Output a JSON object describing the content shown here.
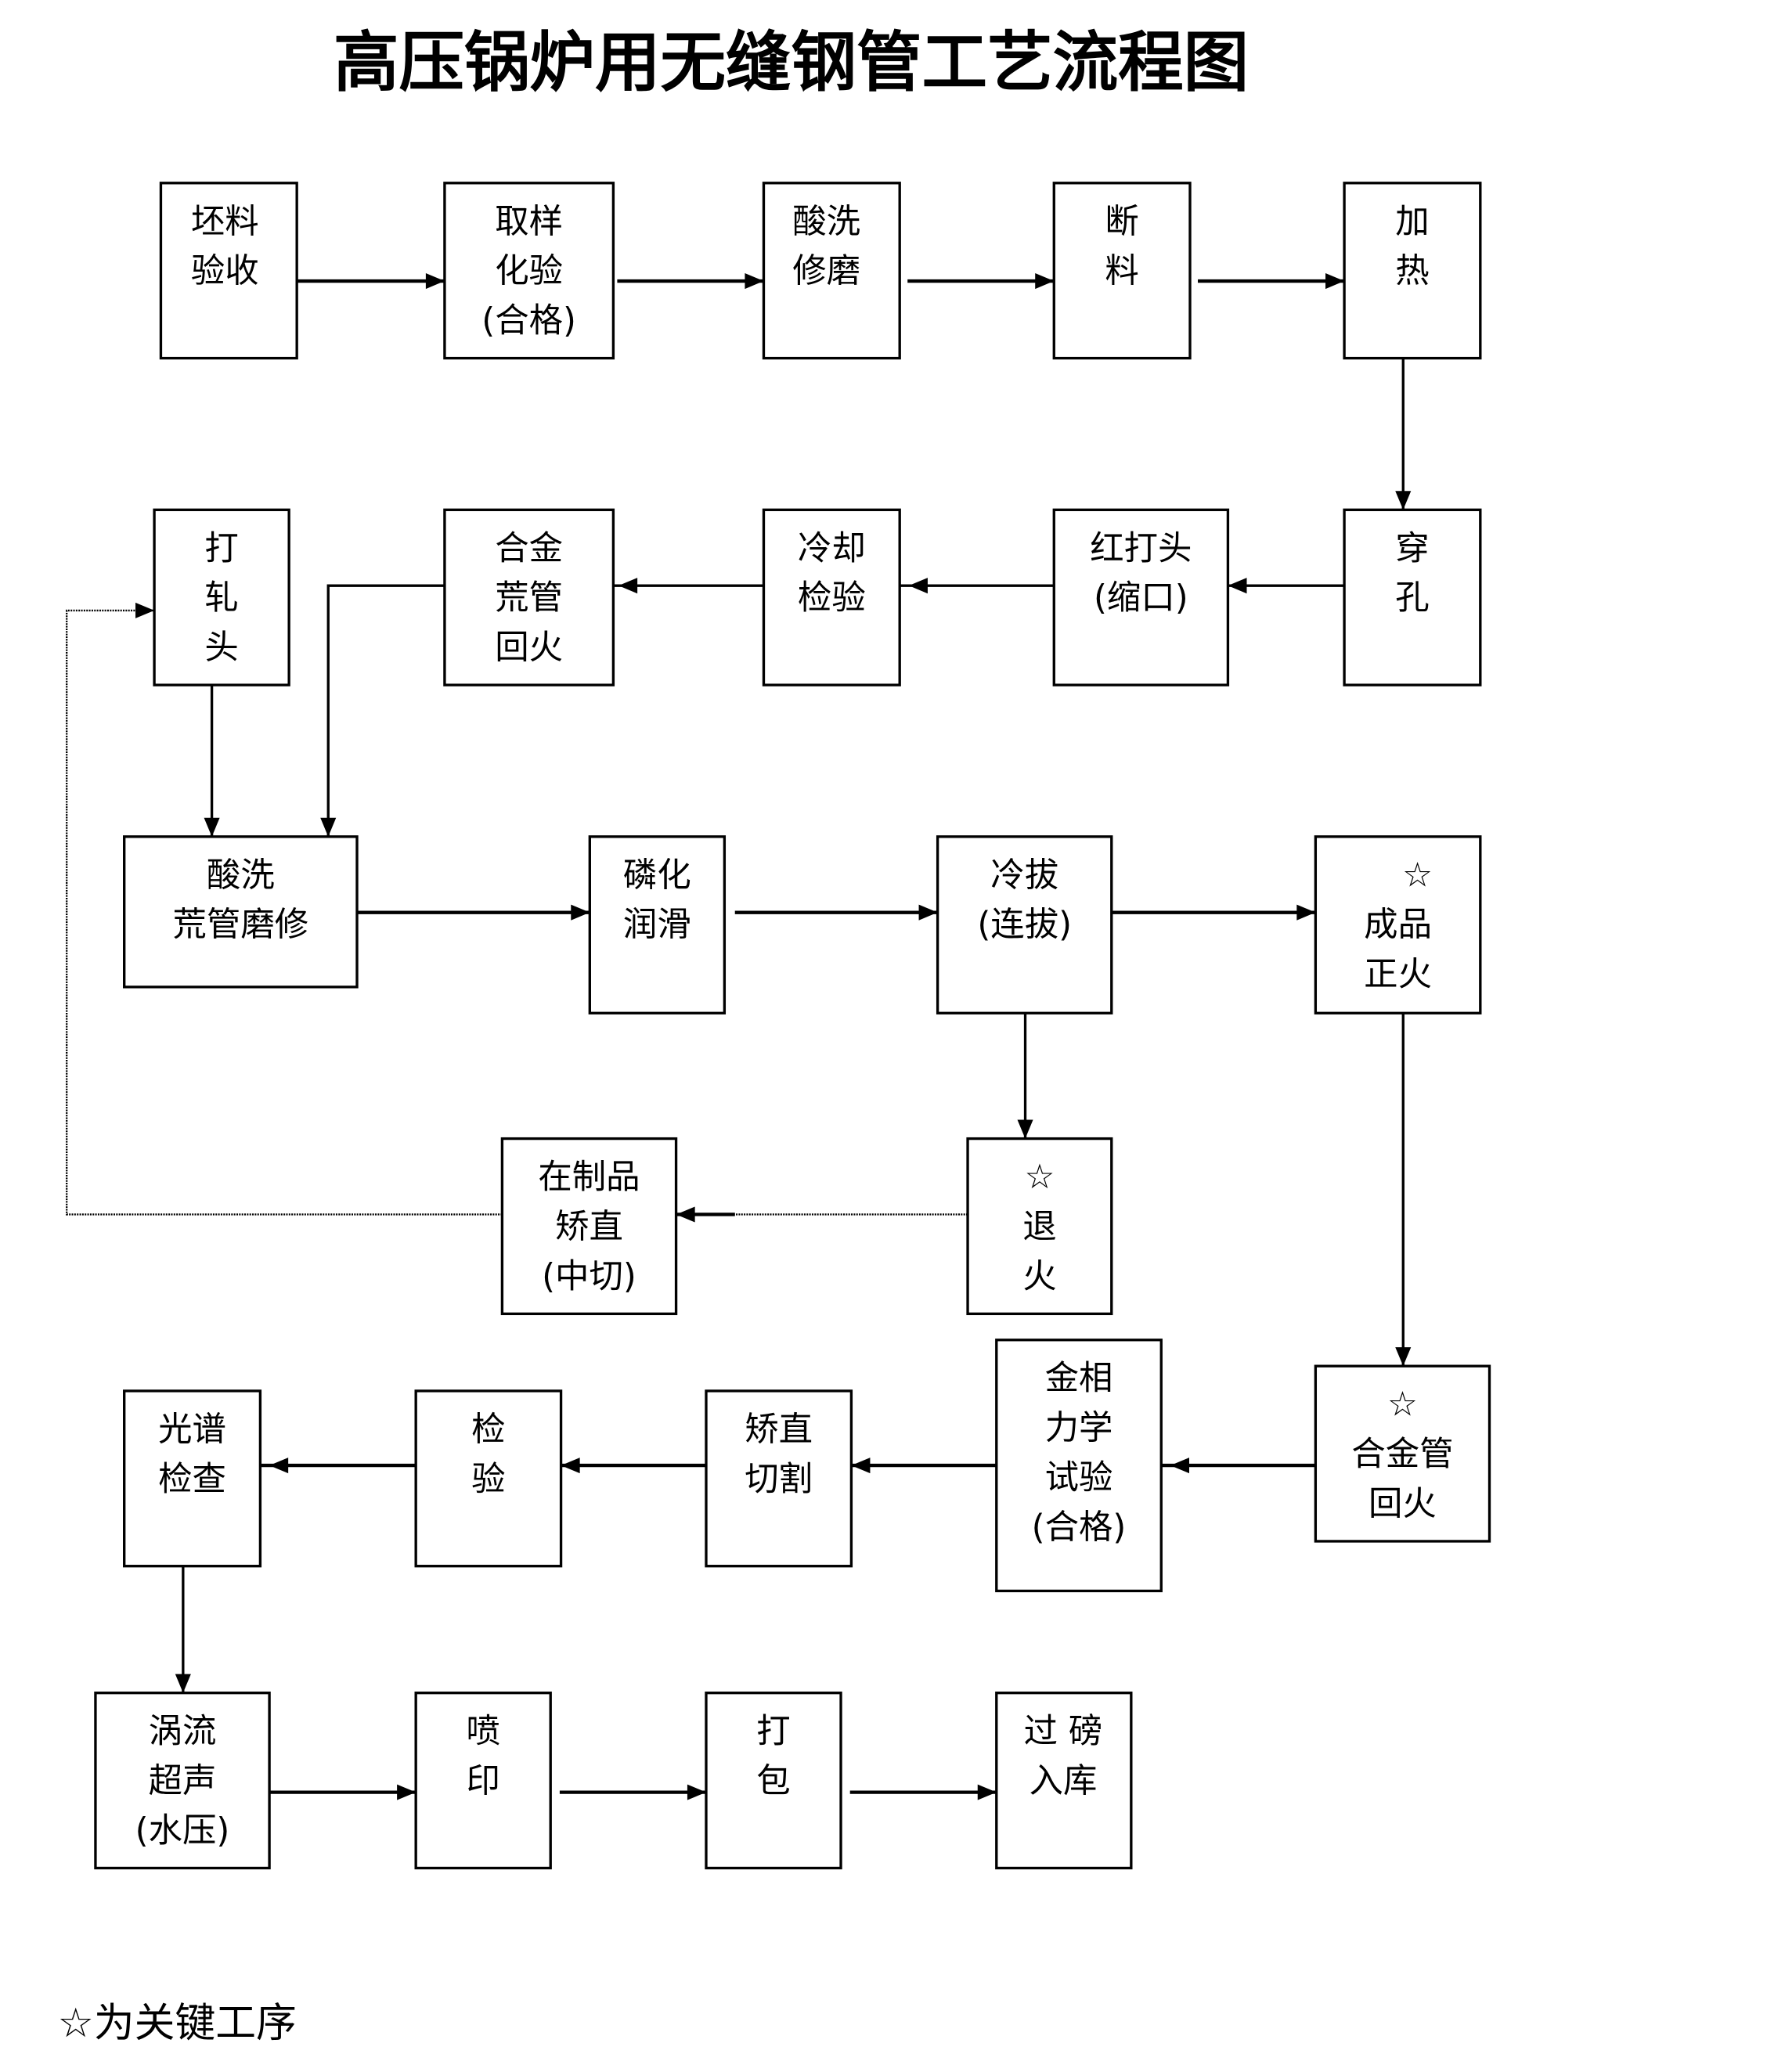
{
  "title": "高压锅炉用无缝钢管工艺流程图",
  "legend": "☆为关键工序",
  "colors": {
    "line": "#000000",
    "background": "#ffffff"
  },
  "nodes": [
    {
      "id": "pilao-yanshou",
      "lines": [
        "坯料",
        "验收"
      ],
      "key": false
    },
    {
      "id": "quyang-huayan",
      "lines": [
        "取样",
        "化验",
        "(合格)"
      ],
      "key": false
    },
    {
      "id": "suanxi-xiumo",
      "lines": [
        "酸洗",
        "修磨"
      ],
      "key": false
    },
    {
      "id": "duanliao",
      "lines": [
        "断",
        "料"
      ],
      "key": false
    },
    {
      "id": "jiare",
      "lines": [
        "加",
        "热"
      ],
      "key": false
    },
    {
      "id": "chuankong",
      "lines": [
        "穿",
        "孔"
      ],
      "key": false
    },
    {
      "id": "hongdatou",
      "lines": [
        "红打头",
        "(缩口)"
      ],
      "key": false
    },
    {
      "id": "lengque-jianyan",
      "lines": [
        "冷却",
        "检验"
      ],
      "key": false
    },
    {
      "id": "hejin-huangguan-huihuo",
      "lines": [
        "合金",
        "荒管",
        "回火"
      ],
      "key": false
    },
    {
      "id": "dazhatou",
      "lines": [
        "打",
        "轧",
        "头"
      ],
      "key": false
    },
    {
      "id": "suanxi-huangguan-moxiu",
      "lines": [
        "酸洗",
        "荒管磨修"
      ],
      "key": false
    },
    {
      "id": "linhua-runhua",
      "lines": [
        "磷化",
        "润滑"
      ],
      "key": false
    },
    {
      "id": "lengba",
      "lines": [
        "冷拔",
        "(连拔)"
      ],
      "key": false
    },
    {
      "id": "chengpin-zhenghuo",
      "lines": [
        "☆",
        "成品",
        "正火"
      ],
      "key": true
    },
    {
      "id": "tuihuo",
      "lines": [
        "☆",
        "退",
        "火"
      ],
      "key": true
    },
    {
      "id": "zaizhipin-jiaozhi",
      "lines": [
        "在制品",
        "矫直",
        "(中切)"
      ],
      "key": false
    },
    {
      "id": "hejinguan-huihuo",
      "lines": [
        "☆",
        "合金管",
        "回火"
      ],
      "key": true
    },
    {
      "id": "jinxiang-lixue",
      "lines": [
        "金相",
        "力学",
        "试验",
        "(合格)"
      ],
      "key": false
    },
    {
      "id": "jiaozhi-qiege",
      "lines": [
        "矫直",
        "切割"
      ],
      "key": false
    },
    {
      "id": "jianyan",
      "lines": [
        "检",
        "验"
      ],
      "key": false
    },
    {
      "id": "guangpu-jiancha",
      "lines": [
        "光谱",
        "检查"
      ],
      "key": false
    },
    {
      "id": "woliu-chaosheng",
      "lines": [
        "涡流",
        "超声",
        "(水压)"
      ],
      "key": false
    },
    {
      "id": "penyin",
      "lines": [
        "喷",
        "印"
      ],
      "key": false
    },
    {
      "id": "dabao",
      "lines": [
        "打",
        "包"
      ],
      "key": false
    },
    {
      "id": "guobang-ruku",
      "lines": [
        "过 磅",
        "入库"
      ],
      "key": false
    }
  ],
  "edges": [
    {
      "from": "pilao-yanshou",
      "to": "quyang-huayan"
    },
    {
      "from": "quyang-huayan",
      "to": "suanxi-xiumo"
    },
    {
      "from": "suanxi-xiumo",
      "to": "duanliao"
    },
    {
      "from": "duanliao",
      "to": "jiare"
    },
    {
      "from": "jiare",
      "to": "chuankong"
    },
    {
      "from": "chuankong",
      "to": "hongdatou"
    },
    {
      "from": "hongdatou",
      "to": "lengque-jianyan"
    },
    {
      "from": "lengque-jianyan",
      "to": "hejin-huangguan-huihuo"
    },
    {
      "from": "hejin-huangguan-huihuo",
      "to": "suanxi-huangguan-moxiu"
    },
    {
      "from": "dazhatou",
      "to": "suanxi-huangguan-moxiu"
    },
    {
      "from": "suanxi-huangguan-moxiu",
      "to": "linhua-runhua"
    },
    {
      "from": "linhua-runhua",
      "to": "lengba"
    },
    {
      "from": "lengba",
      "to": "chengpin-zhenghuo"
    },
    {
      "from": "lengba",
      "to": "tuihuo"
    },
    {
      "from": "tuihuo",
      "to": "zaizhipin-jiaozhi"
    },
    {
      "from": "zaizhipin-jiaozhi",
      "to": "dazhatou",
      "style": "dotted"
    },
    {
      "from": "chengpin-zhenghuo",
      "to": "hejinguan-huihuo"
    },
    {
      "from": "hejinguan-huihuo",
      "to": "jinxiang-lixue"
    },
    {
      "from": "jinxiang-lixue",
      "to": "jiaozhi-qiege"
    },
    {
      "from": "jiaozhi-qiege",
      "to": "jianyan"
    },
    {
      "from": "jianyan",
      "to": "guangpu-jiancha"
    },
    {
      "from": "guangpu-jiancha",
      "to": "woliu-chaosheng"
    },
    {
      "from": "woliu-chaosheng",
      "to": "penyin"
    },
    {
      "from": "penyin",
      "to": "dabao"
    },
    {
      "from": "dabao",
      "to": "guobang-ruku"
    }
  ]
}
